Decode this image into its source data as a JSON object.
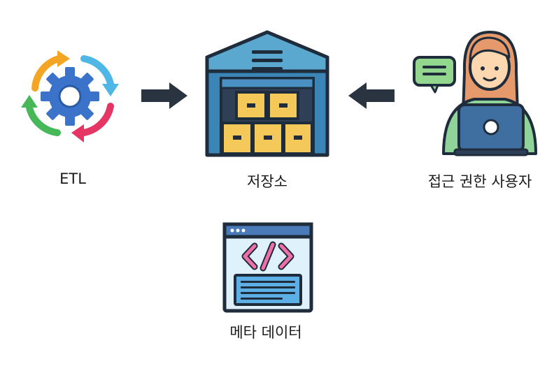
{
  "nodes": {
    "etl": {
      "label": "ETL",
      "icon": "etl-cycle-gear-icon"
    },
    "storage": {
      "label": "저장소",
      "icon": "warehouse-icon"
    },
    "user": {
      "label": "접근 권한 사용자",
      "icon": "user-with-laptop-icon"
    },
    "metadata": {
      "label": "메타 데이터",
      "icon": "code-window-icon"
    }
  },
  "edges": [
    {
      "from": "etl",
      "to": "storage",
      "icon": "arrow-right-icon"
    },
    {
      "from": "user",
      "to": "storage",
      "icon": "arrow-left-icon"
    }
  ],
  "colors": {
    "outline": "#1f2c3b",
    "gear": "#3a73c9",
    "cycle_orange": "#f5a524",
    "cycle_blue": "#4fb7e6",
    "cycle_red": "#e53565",
    "cycle_green": "#47b857",
    "warehouse_roof": "#5aa8cf",
    "warehouse_body": "#3a84b6",
    "box": "#f4c95a",
    "arrow": "#2a3340",
    "skin": "#fcd7b0",
    "hair": "#e6996a",
    "shirt": "#8fd29a",
    "laptop": "#3f6fa0",
    "chat": "#93d68e",
    "code_bg": "#dff1fb",
    "code_titlebar": "#4a7ab8",
    "code_bracket": "#f06ea9",
    "code_lines": "#5cb0e6"
  }
}
